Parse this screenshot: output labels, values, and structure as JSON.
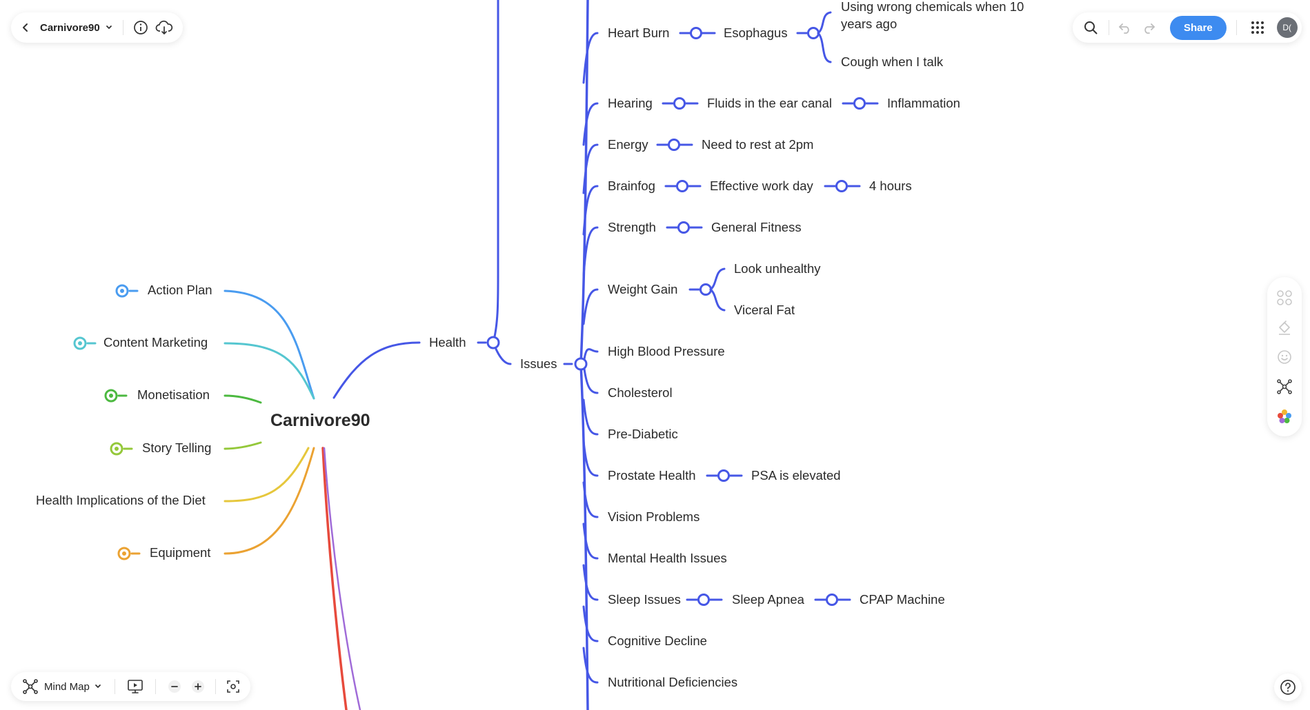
{
  "toolbar": {
    "doc_title": "Carnivore90",
    "share_label": "Share",
    "avatar_initials": "D("
  },
  "bottom_bar": {
    "view_label": "Mind Map"
  },
  "mindmap": {
    "root": "Carnivore90",
    "left_branches": [
      {
        "label": "Action Plan",
        "color": "#4a9cf0"
      },
      {
        "label": "Content Marketing",
        "color": "#55c6d0"
      },
      {
        "label": "Monetisation",
        "color": "#4cb940"
      },
      {
        "label": "Story Telling",
        "color": "#94c83a"
      },
      {
        "label": "Health Implications of the Diet",
        "color": "#e6c73c"
      },
      {
        "label": "Equipment",
        "color": "#eba232"
      }
    ],
    "health": {
      "label": "Health",
      "color": "#4657e6",
      "issues": {
        "label": "Issues",
        "items": [
          {
            "label": "Heart Burn"
          },
          {
            "label": "Esophagus"
          },
          {
            "label": "Using wrong chemicals when 10 years ago"
          },
          {
            "label": "Cough when I talk"
          },
          {
            "label": "Hearing"
          },
          {
            "label": "Fluids in the ear canal"
          },
          {
            "label": "Inflammation"
          },
          {
            "label": "Energy"
          },
          {
            "label": "Need to rest at 2pm"
          },
          {
            "label": "Brainfog"
          },
          {
            "label": "Effective work day"
          },
          {
            "label": "4 hours"
          },
          {
            "label": "Strength"
          },
          {
            "label": "General Fitness"
          },
          {
            "label": "Weight Gain"
          },
          {
            "label": "Look unhealthy"
          },
          {
            "label": "Viceral Fat"
          },
          {
            "label": "High Blood Pressure"
          },
          {
            "label": "Cholesterol"
          },
          {
            "label": "Pre-Diabetic"
          },
          {
            "label": "Prostate Health"
          },
          {
            "label": "PSA is elevated"
          },
          {
            "label": "Vision Problems"
          },
          {
            "label": "Mental Health Issues"
          },
          {
            "label": "Sleep Issues"
          },
          {
            "label": "Sleep Apnea"
          },
          {
            "label": "CPAP Machine"
          },
          {
            "label": "Cognitive Decline"
          },
          {
            "label": "Nutritional Deficiencies"
          }
        ]
      }
    }
  }
}
